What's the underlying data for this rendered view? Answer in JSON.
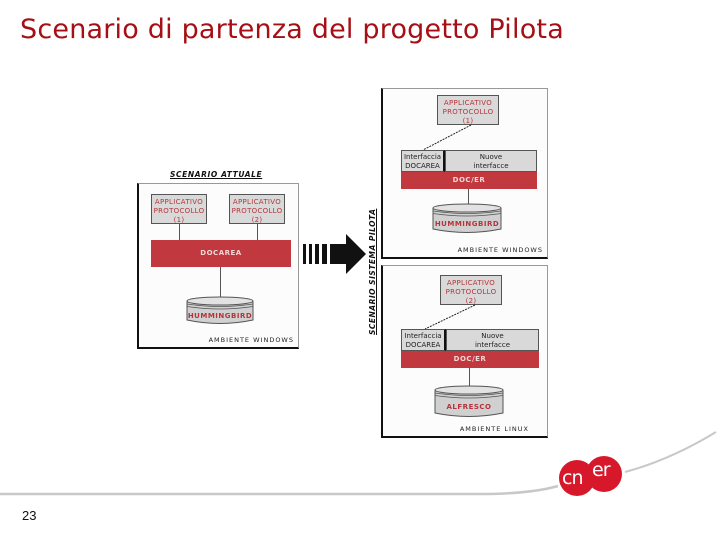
{
  "slide": {
    "title": "Scenario di partenza del progetto Pilota",
    "page_number": "23"
  },
  "colors": {
    "title": "#a50f15",
    "red_bar": "#c1393e",
    "gray_box": "#d9d9d9",
    "logo_red": "#d7182a"
  },
  "scenario_attuale": {
    "heading": "SCENARIO ATTUALE",
    "app1": [
      "APPLICATIVO",
      "PROTOCOLLO",
      "(1)"
    ],
    "app2": [
      "APPLICATIVO",
      "PROTOCOLLO",
      "(2)"
    ],
    "bar": "DOCAREA",
    "db": "HUMMINGBIRD",
    "environment": "AMBIENTE WINDOWS"
  },
  "arrow": {
    "icon": "dashed-right-arrow-icon"
  },
  "scenario_pilota": {
    "heading": "SCENARIO SISTEMA PILOTA",
    "top": {
      "app": [
        "APPLICATIVO",
        "PROTOCOLLO",
        "(1)"
      ],
      "iface_left": [
        "Interfaccia",
        "DOCAREA"
      ],
      "iface_right": [
        "Nuove",
        "interfacce"
      ],
      "bar": "DOC/ER",
      "db": "HUMMINGBIRD",
      "environment": "AMBIENTE WINDOWS"
    },
    "bottom": {
      "app": [
        "APPLICATIVO",
        "PROTOCOLLO",
        "(2)"
      ],
      "iface_left": [
        "Interfaccia",
        "DOCAREA"
      ],
      "iface_right": [
        "Nuove",
        "interfacce"
      ],
      "bar": "DOC/ER",
      "db": "ALFRESCO",
      "environment": "AMBIENTE LINUX"
    }
  },
  "logo": {
    "text_left": "cn",
    "text_right": "er"
  }
}
